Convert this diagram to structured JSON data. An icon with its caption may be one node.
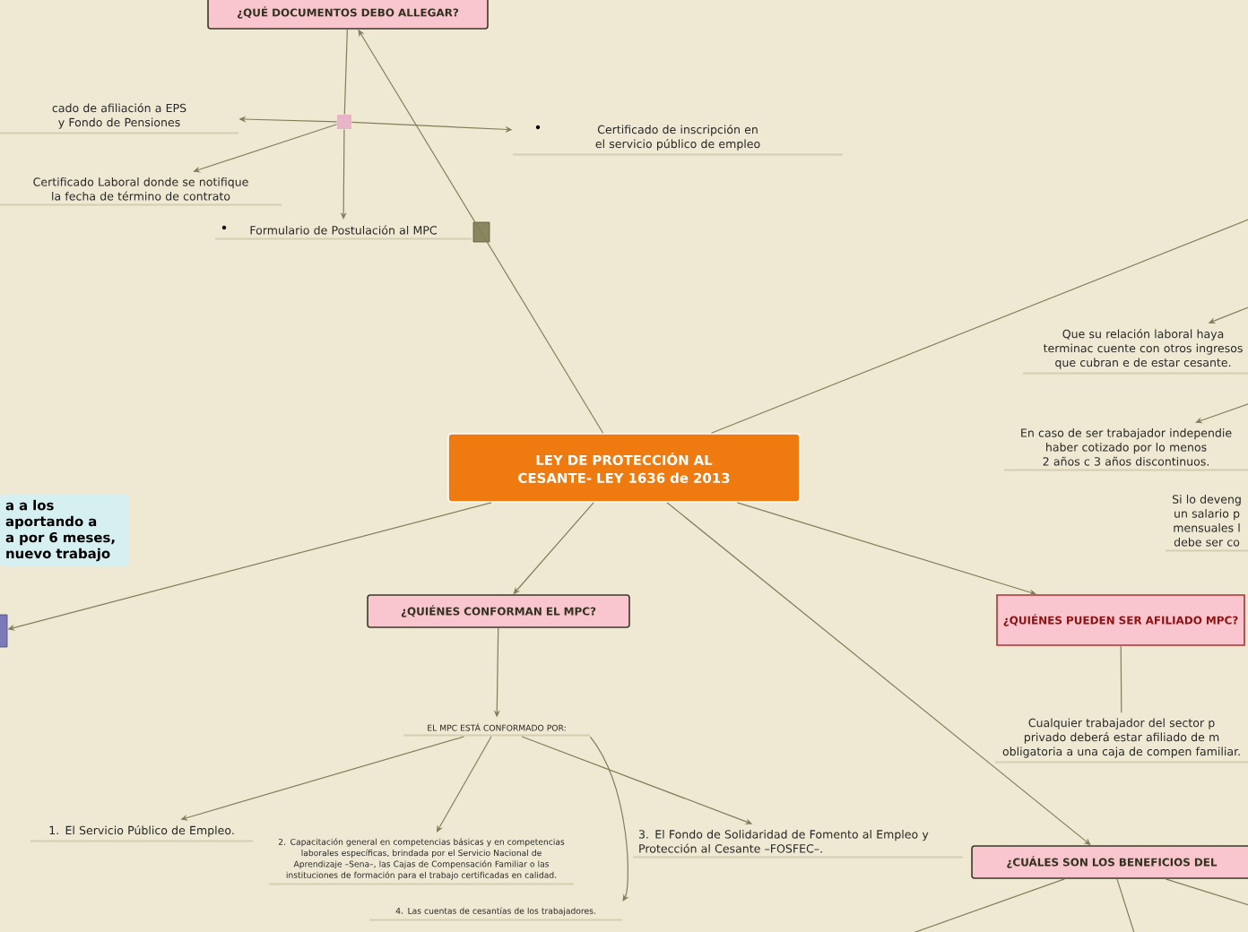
{
  "diagram": {
    "nodes": [
      {
        "text": [
          "LEY DE PROTECCIÓN AL CESANTE- LEY 1636 de 2013"
        ]
      },
      {
        "text": [
          "¿QUÉ DOCUMENTOS DEBO ALLEGAR?"
        ]
      },
      {
        "text": [],
        "shape": "box"
      },
      {
        "text": [
          "cado de afiliación a EPS y Fondo de Pensiones"
        ]
      },
      {
        "text": [
          "Certificado Laboral donde se notifique la fecha de término de contrato"
        ]
      },
      {
        "text": [
          "Formulario de Postulación al MPC"
        ]
      },
      {
        "text": [
          "Certificado de inscripción en el servicio público de empleo"
        ]
      },
      {
        "text": [
          "Que su relación laboral haya terminac cuente con otros ingresos que cubran e de estar cesante."
        ]
      },
      {
        "text": [
          "En caso de ser trabajador independie haber cotizado por lo menos 2 años c 3 años discontinuos."
        ]
      },
      {
        "text": [
          "Si lo deveng un salario p mensuales l debe ser co"
        ]
      },
      {
        "text": [
          "a a los aportando a a por 6 meses, nuevo trabajo"
        ]
      },
      {
        "text": [],
        "shape": "box"
      },
      {
        "text": [
          "¿QUIÉNES CONFORMAN EL MPC?"
        ]
      },
      {
        "text": [
          "EL MPC ESTÁ CONFORMADO POR:"
        ]
      },
      {
        "text": [
          "1. El Servicio Público de Empleo."
        ]
      },
      {
        "text": [
          "2. Capacitación general en competencias básicas y en competencias laborales específicas, brindada por el Servicio Nacional de Aprendizaje –Sena–, las Cajas de Compensación Familiar o las instituciones de formación para el trabajo certificadas en calidad."
        ]
      },
      {
        "text": [
          "3. El Fondo de Solidaridad de Fomento al Empleo y Protección al Cesante –FOSFEC–."
        ]
      },
      {
        "text": [
          "4. Las cuentas de cesantías de los trabajadores."
        ]
      },
      {
        "text": [
          "¿QUIÉNES PUEDEN SER AFILIADO MPC?"
        ]
      },
      {
        "text": [
          "Cualquier trabajador del sector p privado deberá estar afiliado de m obligatoria a una caja de compen familiar."
        ]
      },
      {
        "text": [
          "¿CUÁLES SON LOS BENEFICIOS DEL"
        ]
      }
    ],
    "edges": [
      {
        "from": 0,
        "to": 1,
        "arrow": "to"
      },
      {
        "from": 1,
        "to": 2,
        "arrow": "none"
      },
      {
        "from": 2,
        "to": 3,
        "arrow": "to"
      },
      {
        "from": 2,
        "to": 4,
        "arrow": "to"
      },
      {
        "from": 2,
        "to": 5,
        "arrow": "to"
      },
      {
        "from": 2,
        "to": 6,
        "arrow": "to"
      },
      {
        "from": 0,
        "to": null,
        "arrow": "none"
      },
      {
        "from": null,
        "to": 7,
        "arrow": "to"
      },
      {
        "from": null,
        "to": 8,
        "arrow": "to"
      },
      {
        "from": 0,
        "to": 11,
        "arrow": "to"
      },
      {
        "from": 0,
        "to": 12,
        "arrow": "to"
      },
      {
        "from": 12,
        "to": 13,
        "arrow": "to"
      },
      {
        "from": 13,
        "to": 14,
        "arrow": "to"
      },
      {
        "from": 13,
        "to": 15,
        "arrow": "to"
      },
      {
        "from": 13,
        "to": 16,
        "arrow": "to"
      },
      {
        "from": 13,
        "to": 17,
        "arrow": "to"
      },
      {
        "from": 0,
        "to": 18,
        "arrow": "to"
      },
      {
        "from": 18,
        "to": 19,
        "arrow": "none"
      },
      {
        "from": 0,
        "to": 20,
        "arrow": "to"
      },
      {
        "from": 20,
        "to": null,
        "arrow": "none"
      },
      {
        "from": 20,
        "to": null,
        "arrow": "none"
      },
      {
        "from": 20,
        "to": null,
        "arrow": "none"
      }
    ]
  }
}
